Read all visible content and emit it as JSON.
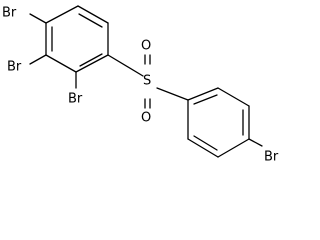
{
  "molecule": {
    "atoms": {
      "br_top": "Br",
      "br_middle": "Br",
      "br_lower": "Br",
      "sulfur": "S",
      "oxygen_top": "O",
      "oxygen_bottom": "O",
      "br_right": "Br"
    },
    "colors": {
      "bond": "#000000",
      "label": "#000000",
      "background": "#ffffff"
    }
  }
}
